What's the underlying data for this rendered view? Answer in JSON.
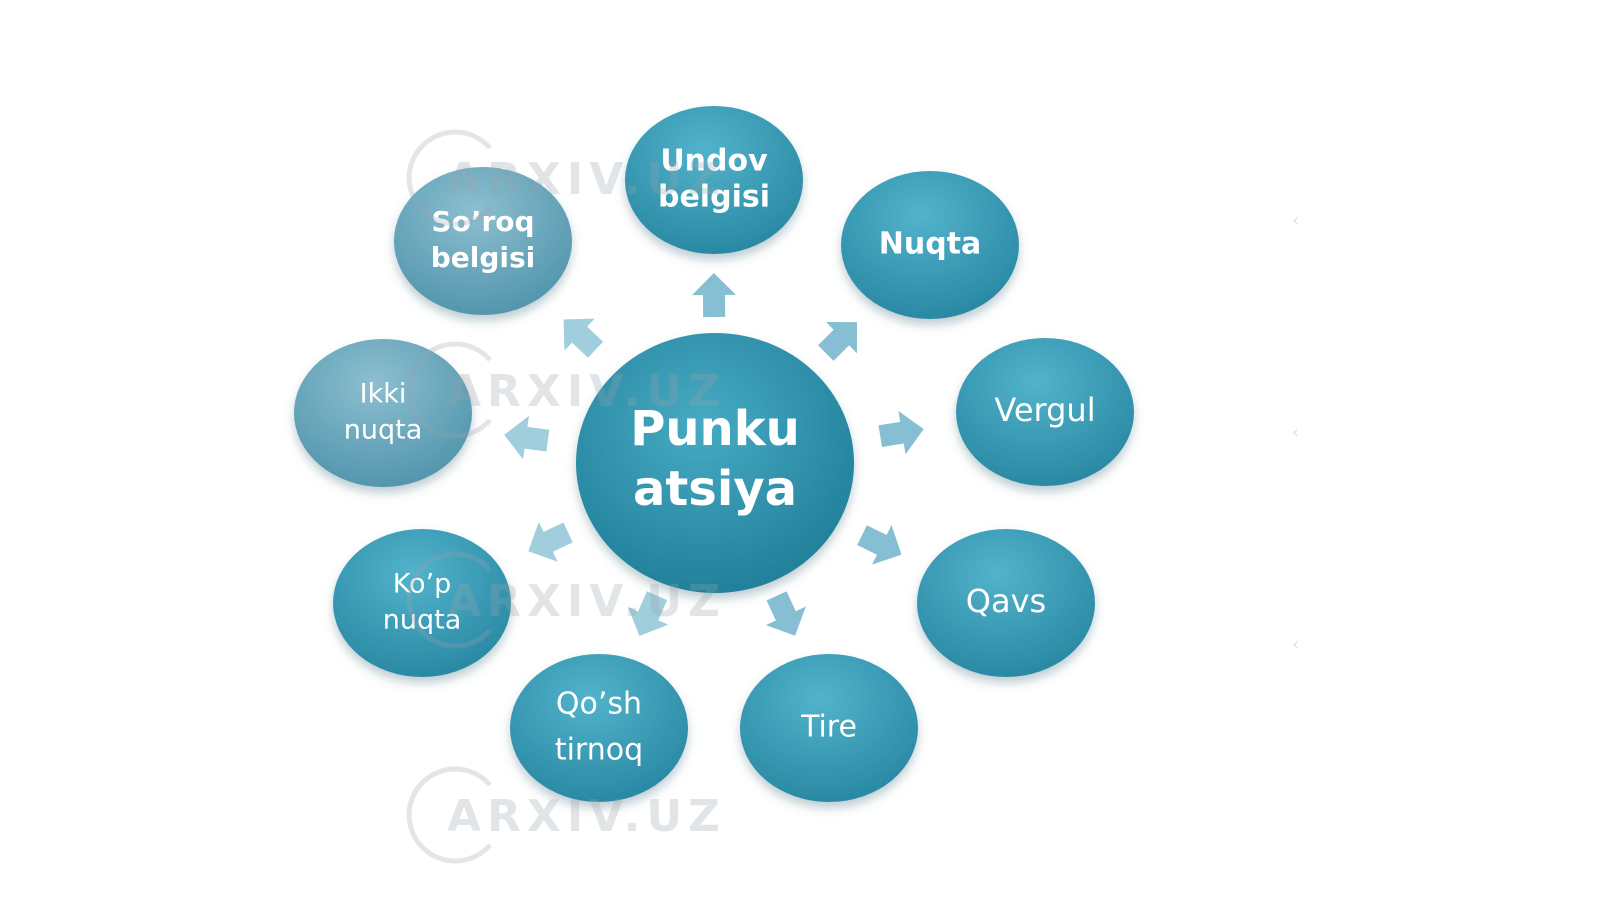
{
  "center": {
    "lines": [
      "Punku",
      "atsiya"
    ]
  },
  "nodes": [
    {
      "id": "undov-belgisi",
      "lines": [
        "Undov",
        "belgisi"
      ],
      "bold": true
    },
    {
      "id": "nuqta",
      "lines": [
        "Nuqta"
      ],
      "bold": true
    },
    {
      "id": "vergul",
      "lines": [
        "Vergul"
      ],
      "bold": false
    },
    {
      "id": "qavs",
      "lines": [
        "Qavs"
      ],
      "bold": false
    },
    {
      "id": "tire",
      "lines": [
        "Tire"
      ],
      "bold": false
    },
    {
      "id": "qosh-tirnoq",
      "lines": [
        "Qo’sh",
        "tirnoq"
      ],
      "bold": false
    },
    {
      "id": "kop-nuqta",
      "lines": [
        "Ko’p",
        "nuqta"
      ],
      "bold": false
    },
    {
      "id": "ikki-nuqta",
      "lines": [
        "Ikki",
        "nuqta"
      ],
      "bold": false
    },
    {
      "id": "soroq-belgisi",
      "lines": [
        "So’roq",
        "belgisi"
      ],
      "bold": true
    }
  ],
  "watermark": {
    "text": "ARXIV.UZ"
  },
  "colors": {
    "background": "#ffffff",
    "center_light": "#3fa3bd",
    "center_dark": "#1c7c96",
    "node_light": "#4fb0c8",
    "node_dark": "#2a8aa5",
    "arrow": "#8dc3d6",
    "text": "#ffffff"
  }
}
